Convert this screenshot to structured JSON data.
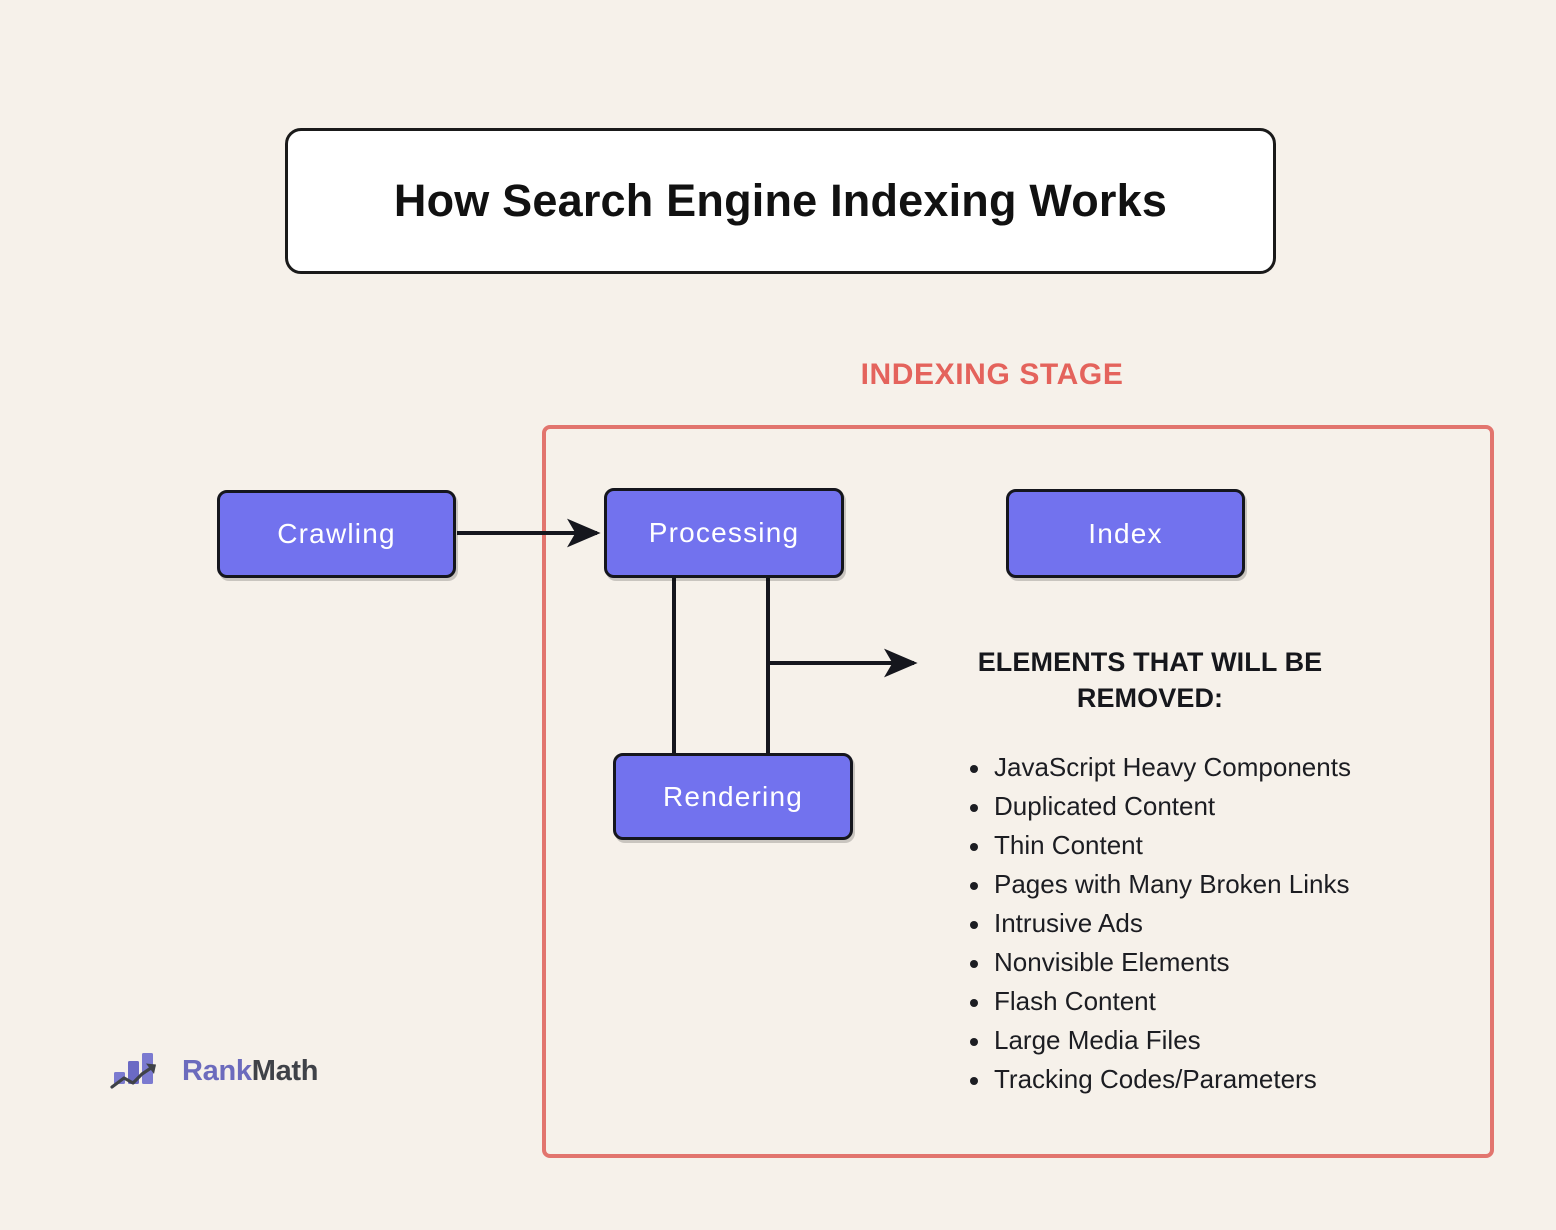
{
  "page": {
    "background_color": "#f6f1ea",
    "title": "How Search Engine Indexing Works"
  },
  "stage": {
    "label": "INDEXING STAGE",
    "label_color": "#e4635c",
    "border_color": "#e2756e"
  },
  "nodes": {
    "fill_color": "#7272ee",
    "border_color": "#15161d",
    "crawling": "Crawling",
    "processing": "Processing",
    "index": "Index",
    "rendering": "Rendering"
  },
  "removed": {
    "heading_line1": "ELEMENTS THAT WILL BE",
    "heading_line2": "REMOVED:",
    "items": [
      "JavaScript Heavy Components",
      "Duplicated Content",
      "Thin Content",
      "Pages with Many Broken Links",
      "Intrusive Ads",
      "Nonvisible Elements",
      "Flash Content",
      "Large Media Files",
      "Tracking Codes/Parameters"
    ]
  },
  "logo": {
    "rank": "Rank",
    "math": "Math",
    "rank_color": "#6c6bbd",
    "math_color": "#3f4248"
  },
  "chart_data": {
    "type": "diagram",
    "title": "How Search Engine Indexing Works",
    "nodes": [
      {
        "id": "crawling",
        "label": "Crawling",
        "inside_stage": false
      },
      {
        "id": "processing",
        "label": "Processing",
        "inside_stage": true
      },
      {
        "id": "index",
        "label": "Index",
        "inside_stage": true
      },
      {
        "id": "rendering",
        "label": "Rendering",
        "inside_stage": true
      }
    ],
    "edges": [
      {
        "from": "crawling",
        "to": "processing",
        "arrow": true
      },
      {
        "from": "processing",
        "to": "rendering",
        "arrow": false
      },
      {
        "from": "rendering",
        "to": "processing",
        "arrow": false
      },
      {
        "from": "processing",
        "to": "removed-elements-list",
        "arrow": true
      }
    ],
    "groups": [
      {
        "label": "INDEXING STAGE",
        "members": [
          "processing",
          "index",
          "rendering",
          "removed-elements-list"
        ]
      }
    ]
  }
}
